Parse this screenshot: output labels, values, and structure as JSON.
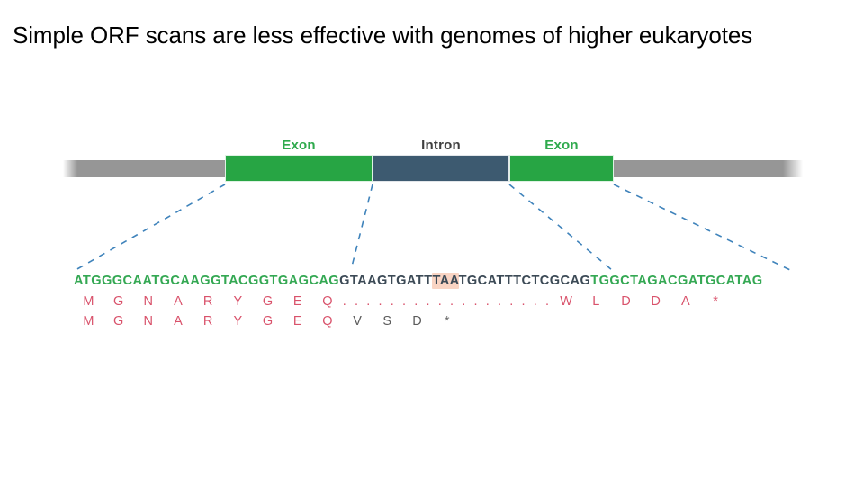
{
  "slide": {
    "title": "Simple ORF scans are less effective with genomes of higher eukaryotes"
  },
  "gene_diagram": {
    "features": [
      {
        "name": "exon-1",
        "label": "Exon",
        "type": "exon",
        "color": "#27a544"
      },
      {
        "name": "intron-1",
        "label": "Intron",
        "type": "intron",
        "color": "#3d5a70"
      },
      {
        "name": "exon-2",
        "label": "Exon",
        "type": "exon",
        "color": "#27a544"
      }
    ],
    "backbone_color": "#969696",
    "connector_color": "#2f78b5"
  },
  "sequence": {
    "dna_segments": [
      {
        "text": "ATGGGCAATGCAAGGTACGGTGAGCAG",
        "region": "exon",
        "color": "#34a853"
      },
      {
        "text": "GTAAGTGATT",
        "region": "intron",
        "color": "#3c4a56"
      },
      {
        "text": "TAA",
        "region": "intron",
        "color": "#3c4a56",
        "highlight": "#f9d4c3"
      },
      {
        "text": "TGCATTTCTCGCAG",
        "region": "intron",
        "color": "#3c4a56"
      },
      {
        "text": "TGGCTAGACGATGCATAG",
        "region": "exon",
        "color": "#34a853"
      }
    ],
    "dna_full": "ATGGGCAATGCAAGGTACGGTGAGCAGGTAAGTGATTAATGCATTTCTCGCAGTGGCTAGACGATGCATAG",
    "spliced_translation": {
      "label_name": "spliced-protein",
      "residues": [
        "M",
        "G",
        "N",
        "A",
        "R",
        "Y",
        "G",
        "E",
        "Q"
      ],
      "gap": ". . . . . . . . . . . . . . . . . .",
      "residues_after": [
        "W",
        "L",
        "D",
        "D",
        "A",
        "*"
      ],
      "color": "#d9526b"
    },
    "genomic_translation": {
      "label_name": "genomic-orf",
      "residues": [
        "M",
        "G",
        "N",
        "A",
        "R",
        "Y",
        "G",
        "E",
        "Q"
      ],
      "residues_intron": [
        "V",
        "S",
        "D"
      ],
      "stop": "*",
      "color": "#d9526b",
      "dim_color": "#5c5c5c"
    }
  }
}
